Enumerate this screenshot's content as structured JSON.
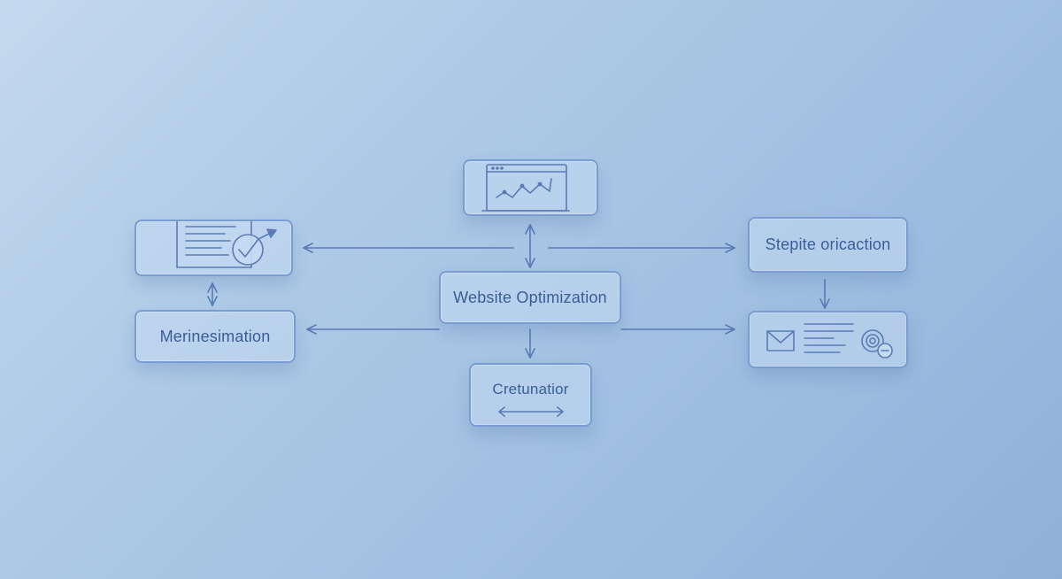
{
  "diagram": {
    "nodes": {
      "center": {
        "label": "Website Optimization"
      },
      "left": {
        "label": "Merinesimation"
      },
      "right": {
        "label": "Stepite oricaction"
      },
      "bottom": {
        "label": "Cretunatior"
      }
    },
    "icons": {
      "chart": "line-chart-window-icon",
      "document": "document-check-icon",
      "mail": "mail-document-target-icon"
    }
  },
  "colors": {
    "background_light": "#c3d9ee",
    "background_dark": "#8fb1d7",
    "stroke": "#5a7bb6",
    "box_border": "#7b9cd0",
    "text": "#3b5d97"
  }
}
